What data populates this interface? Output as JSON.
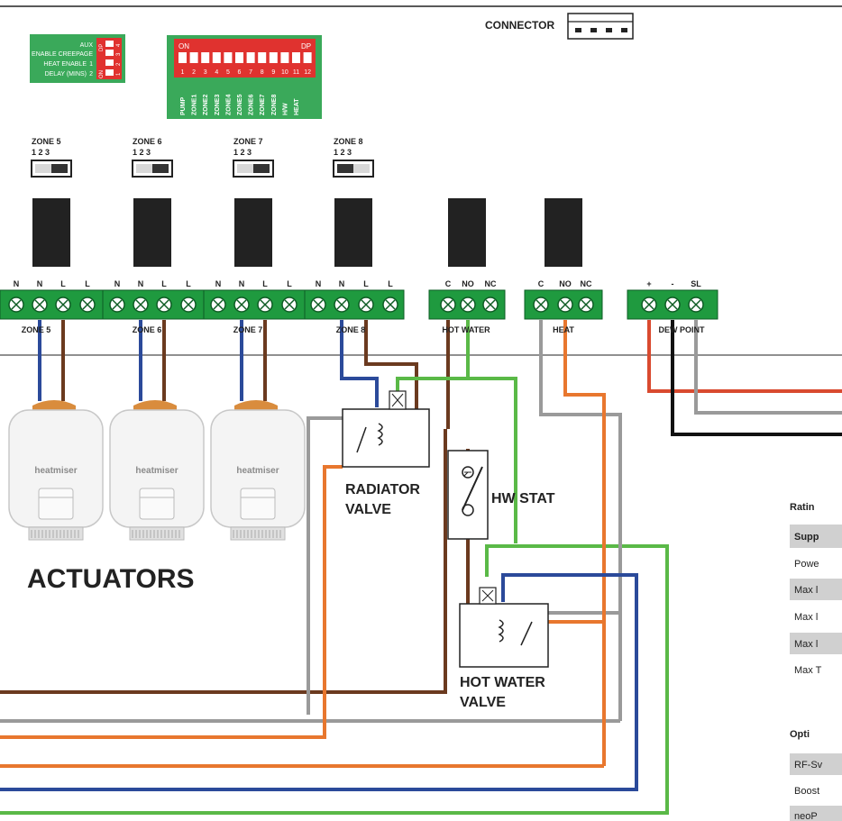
{
  "connector_label": "CONNECTOR",
  "dip_small": {
    "labels": [
      "AUX",
      "ENABLE CREEPAGE",
      "HEAT ENABLE",
      "DELAY (MINS)"
    ],
    "side_numbers": [
      "1",
      "2"
    ],
    "dp": "DP",
    "on": "ON",
    "switch_numbers": [
      "1",
      "2",
      "3",
      "4"
    ]
  },
  "dip_large": {
    "on": "ON",
    "dp": "DP",
    "numbers": [
      "1",
      "2",
      "3",
      "4",
      "5",
      "6",
      "7",
      "8",
      "9",
      "10",
      "11",
      "12"
    ],
    "functions": [
      "PUMP",
      "ZONE1",
      "ZONE2",
      "ZONE3",
      "ZONE4",
      "ZONE5",
      "ZONE6",
      "ZONE7",
      "ZONE8",
      "H/W",
      "HEAT"
    ]
  },
  "zone_selectors": [
    {
      "title": "ZONE 5",
      "positions": "1  2  3"
    },
    {
      "title": "ZONE 6",
      "positions": "1  2  3"
    },
    {
      "title": "ZONE 7",
      "positions": "1  2  3"
    },
    {
      "title": "ZONE 8",
      "positions": "1  2  3"
    }
  ],
  "terminal_blocks": [
    {
      "name": "ZONE 5",
      "pins": [
        "N",
        "N",
        "L",
        "L"
      ]
    },
    {
      "name": "ZONE 6",
      "pins": [
        "N",
        "N",
        "L",
        "L"
      ]
    },
    {
      "name": "ZONE 7",
      "pins": [
        "N",
        "N",
        "L",
        "L"
      ]
    },
    {
      "name": "ZONE 8",
      "pins": [
        "N",
        "N",
        "L",
        "L"
      ]
    },
    {
      "name": "HOT WATER",
      "pins": [
        "C",
        "NO",
        "NC"
      ]
    },
    {
      "name": "HEAT",
      "pins": [
        "C",
        "NO",
        "NC"
      ]
    },
    {
      "name": "DEW POINT",
      "pins": [
        "+",
        "-",
        "SL"
      ]
    }
  ],
  "actuator_brand": "heatmiser",
  "labels": {
    "actuators": "ACTUATORS",
    "radiator_valve_1": "RADIATOR",
    "radiator_valve_2": "VALVE",
    "hw_stat": "HW STAT",
    "hot_water_valve_1": "HOT WATER",
    "hot_water_valve_2": "VALVE"
  },
  "ratings_partial": {
    "title": "Ratin",
    "rows": [
      "Supp",
      "Powe",
      "Max l",
      "Max l",
      "Max l",
      "Max T"
    ]
  },
  "optional_partial": {
    "title": "Opti",
    "rows": [
      "RF-Sv",
      "Boost",
      "neoP"
    ]
  },
  "colors": {
    "terminal_green": "#1f9a3f",
    "dip_green": "#3aa95a",
    "dip_red": "#e0322f",
    "wire_blue": "#2b4a9a",
    "wire_brown": "#6b3a1f",
    "wire_orange": "#e8772e",
    "wire_grey": "#9a9a9a",
    "wire_green": "#5ab947",
    "wire_red": "#d94a2f",
    "wire_black": "#111111"
  }
}
